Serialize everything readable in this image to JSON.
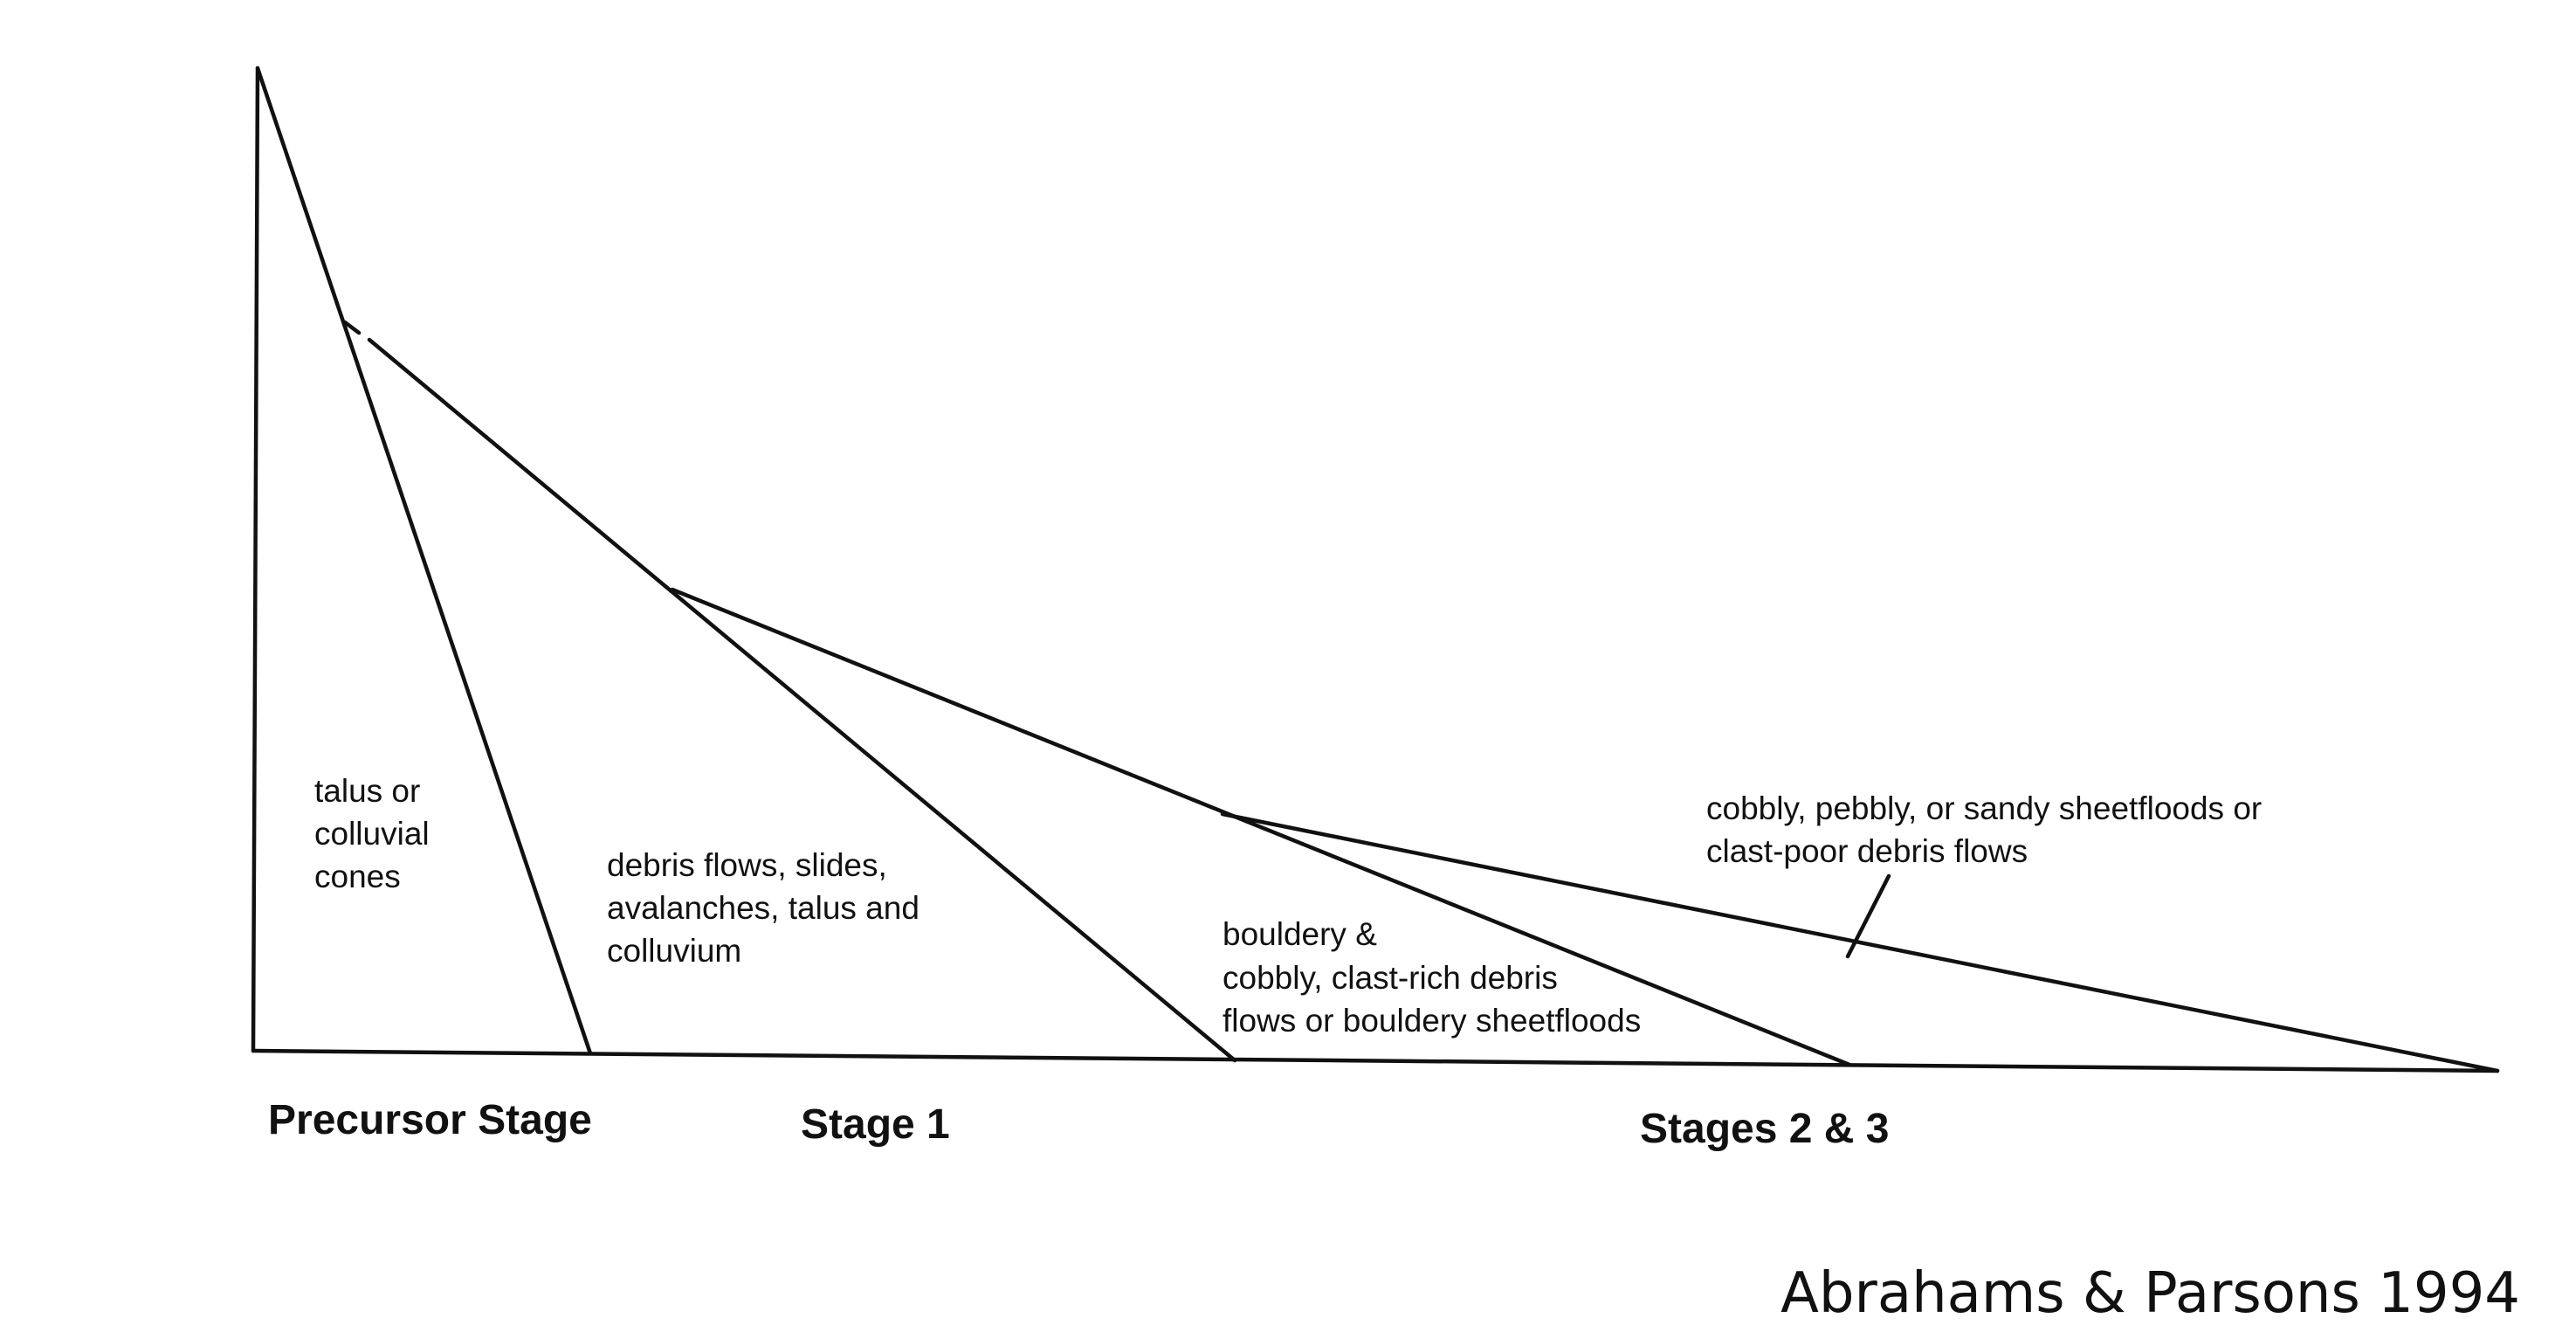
{
  "diagram": {
    "deposit_labels": {
      "talus": [
        "talus or",
        "colluvial",
        "cones"
      ],
      "debris": [
        "debris flows, slides,",
        "avalanches, talus and",
        "colluvium"
      ],
      "bouldery": [
        "bouldery &",
        "cobbly, clast-rich debris",
        "flows or bouldery sheetfloods"
      ],
      "cobbly": [
        "cobbly, pebbly, or sandy sheetfloods or",
        "clast-poor debris flows"
      ]
    },
    "stage_labels": {
      "precursor": "Precursor Stage",
      "stage1": "Stage 1",
      "stages23": "Stages 2 & 3"
    },
    "citation": "Abrahams & Parsons 1994"
  }
}
